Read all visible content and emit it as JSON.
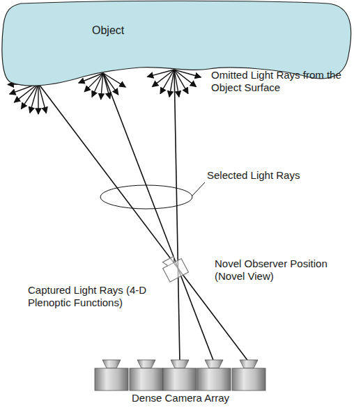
{
  "diagram": {
    "nodes": [
      {
        "text": [
          "Object"
        ]
      }
    ],
    "labels": [
      "Omitted Light Rays from the Object Surface",
      "Selected Light Rays",
      "Novel Observer Position (Novel View)",
      "Captured Light Rays (4-D Plenoptic Functions)",
      "Dense Camera Array"
    ]
  }
}
